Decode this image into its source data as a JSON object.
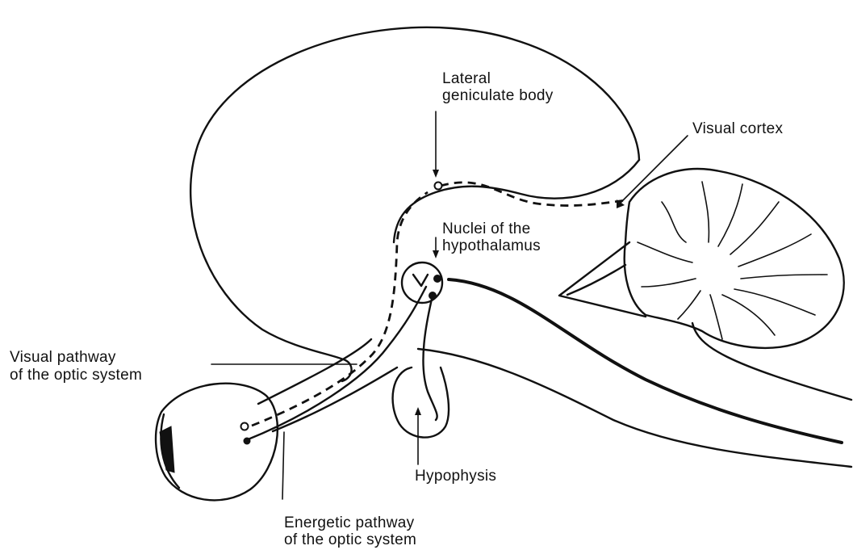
{
  "labels": {
    "lateral_geniculate_line1": "Lateral",
    "lateral_geniculate_line2": "geniculate body",
    "visual_cortex": "Visual cortex",
    "nuclei_line1": "Nuclei of the",
    "nuclei_line2": "hypothalamus",
    "visual_pathway_line1": "Visual pathway",
    "visual_pathway_line2": "of the optic system",
    "hypophysis": "Hypophysis",
    "energetic_pathway_line1": "Energetic pathway",
    "energetic_pathway_line2": "of the optic system"
  }
}
